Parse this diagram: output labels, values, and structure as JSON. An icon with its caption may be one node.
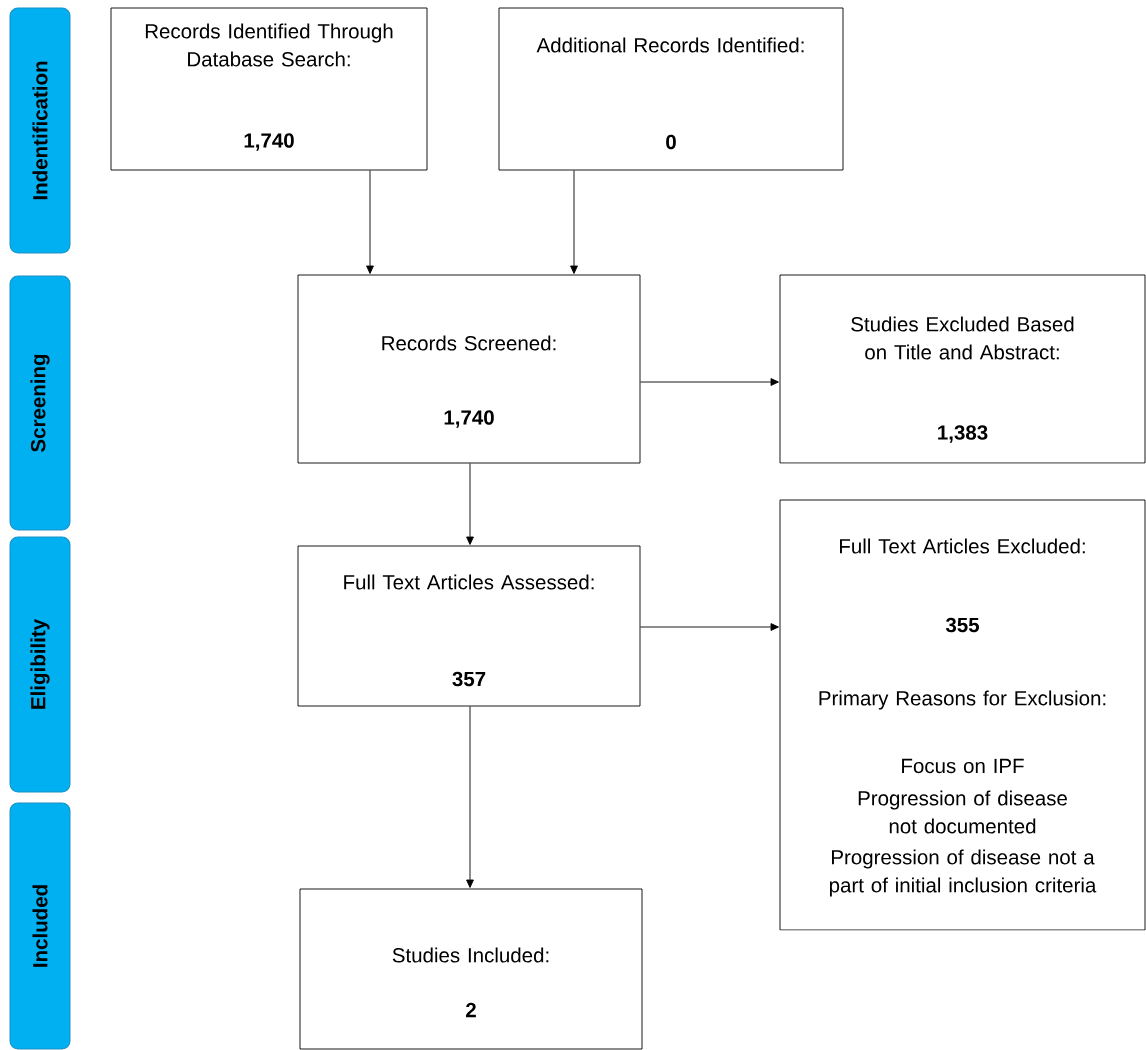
{
  "diagram": {
    "nodes": [
      {
        "text": [
          "Indentification"
        ]
      },
      {
        "text": [
          "Screening"
        ]
      },
      {
        "text": [
          "Eligibility"
        ]
      },
      {
        "text": [
          "Included"
        ]
      },
      {
        "text": [
          "Records Identified Through Database Search:",
          "1,740"
        ]
      },
      {
        "text": [
          "Additional Records Identified:",
          "0"
        ]
      },
      {
        "text": [
          "Records Screened:",
          "1,740"
        ]
      },
      {
        "text": [
          "Studies Excluded Based on Title and Abstract:",
          "1,383"
        ]
      },
      {
        "text": [
          "Full Text Articles Assessed:",
          "357"
        ]
      },
      {
        "text": [
          "Full Text Articles Excluded:",
          "355",
          "Primary Reasons for Exclusion:",
          "Focus on IPF",
          "Progression of disease not documented",
          "Progression of disease not a part of initial inclusion criteria"
        ]
      },
      {
        "text": [
          "Studies Included:",
          "2"
        ]
      }
    ],
    "edges": [
      {
        "from": 4,
        "to": 6,
        "arrow": "to"
      },
      {
        "from": 5,
        "to": 6,
        "arrow": "to"
      },
      {
        "from": 6,
        "to": 7,
        "arrow": "to"
      },
      {
        "from": 6,
        "to": 8,
        "arrow": "to"
      },
      {
        "from": 8,
        "to": 9,
        "arrow": "to"
      },
      {
        "from": 8,
        "to": 10,
        "arrow": "to"
      }
    ]
  }
}
